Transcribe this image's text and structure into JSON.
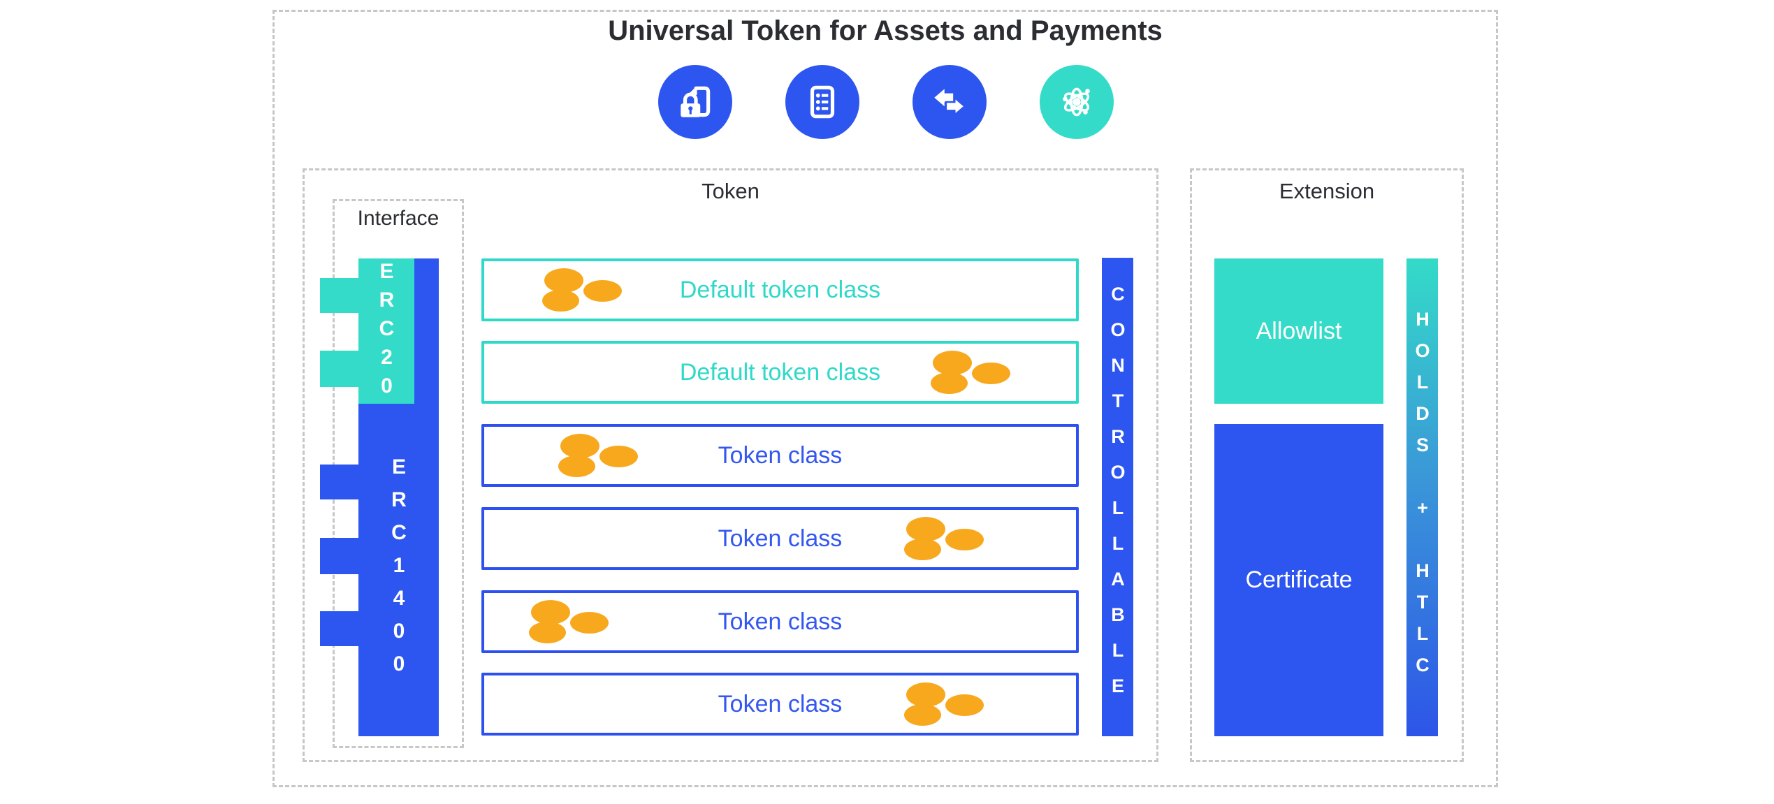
{
  "title": "Universal Token for Assets and Payments",
  "icons": [
    {
      "name": "secure-document-icon"
    },
    {
      "name": "checklist-icon"
    },
    {
      "name": "transfer-arrows-icon"
    },
    {
      "name": "atom-icon"
    }
  ],
  "token_section": {
    "title": "Token",
    "interface": {
      "title": "Interface",
      "erc20_label": "ERC20",
      "erc1400_label": "ERC1400"
    },
    "rows": [
      {
        "label": "Default token class",
        "variant": "teal",
        "coins": "left"
      },
      {
        "label": "Default token class",
        "variant": "teal",
        "coins": "right"
      },
      {
        "label": "Token class",
        "variant": "blue",
        "coins": "left"
      },
      {
        "label": "Token class",
        "variant": "blue",
        "coins": "right"
      },
      {
        "label": "Token class",
        "variant": "blue",
        "coins": "left"
      },
      {
        "label": "Token class",
        "variant": "blue",
        "coins": "right"
      }
    ],
    "controllable_label": "CONTROLLABLE"
  },
  "extension_section": {
    "title": "Extension",
    "allowlist_label": "Allowlist",
    "certificate_label": "Certificate",
    "holds_label": "HOLDS + HTLC"
  },
  "colors": {
    "blue": "#2d56f0",
    "teal": "#34dbc8",
    "coin_orange": "#f8a81d",
    "dash_gray": "#c7c7c7",
    "heading_text": "#2b2d33"
  }
}
